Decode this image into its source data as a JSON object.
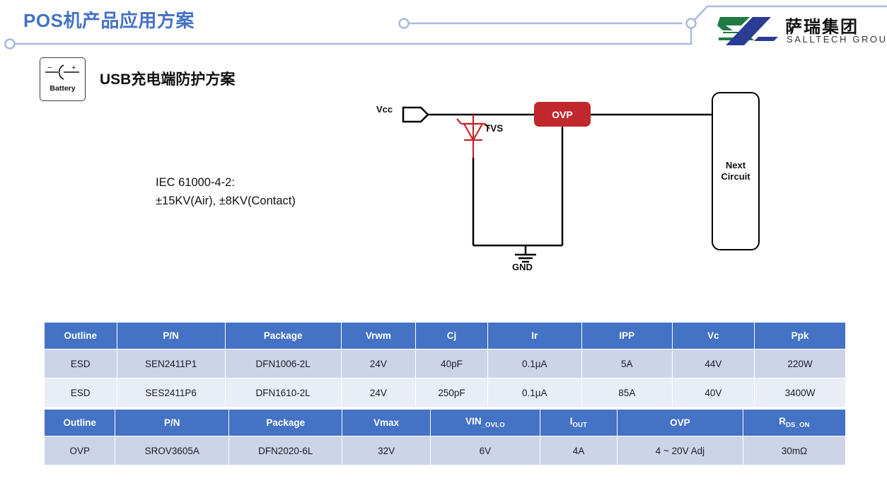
{
  "header": {
    "title": "POS机产品应用方案",
    "accent_color": "#4472C4",
    "connector_color": "#A9BADF"
  },
  "logo": {
    "cn_name": "萨瑞集团",
    "en_name": "SALLTECH GROUP",
    "green": "#1F7A43",
    "blue": "#2A3C94"
  },
  "badge": {
    "icon": "battery-icon",
    "label": "Battery"
  },
  "section": {
    "title_ascii": "USB",
    "title_cn": "充电端防护方案"
  },
  "note": {
    "line1": "IEC 61000-4-2:",
    "line2": "±15KV(Air), ±8KV(Contact)"
  },
  "circuit": {
    "vcc_label": "Vcc",
    "tvs_label": "TVS",
    "gnd_label": "GND",
    "ovp_label": "OVP",
    "next_line1": "Next",
    "next_line2": "Circuit",
    "tvs_color": "#C0282D",
    "ovp_color": "#C0282D"
  },
  "table_esd": {
    "headers": [
      "Outline",
      "P/N",
      "Package",
      "Vrwm",
      "Cj",
      "Ir",
      "IPP",
      "Vc",
      "Ppk"
    ],
    "rows": [
      [
        "ESD",
        "SEN2411P1",
        "DFN1006-2L",
        "24V",
        "40pF",
        "0.1µA",
        "5A",
        "44V",
        "220W"
      ],
      [
        "ESD",
        "SES2411P6",
        "DFN1610-2L",
        "24V",
        "250pF",
        "0.1µA",
        "85A",
        "40V",
        "3400W"
      ]
    ]
  },
  "table_ovp": {
    "headers": [
      {
        "main": "Outline",
        "sub": ""
      },
      {
        "main": "P/N",
        "sub": ""
      },
      {
        "main": "Package",
        "sub": ""
      },
      {
        "main": "Vmax",
        "sub": ""
      },
      {
        "main": "VIN",
        "sub": "_OVLO"
      },
      {
        "main": "I",
        "sub": "OUT"
      },
      {
        "main": "OVP",
        "sub": ""
      },
      {
        "main": "R",
        "sub": "DS_ON"
      }
    ],
    "rows": [
      [
        "OVP",
        "SROV3605A",
        "DFN2020-6L",
        "32V",
        "6V",
        "4A",
        "4 ~ 20V Adj",
        "30mΩ"
      ]
    ]
  }
}
